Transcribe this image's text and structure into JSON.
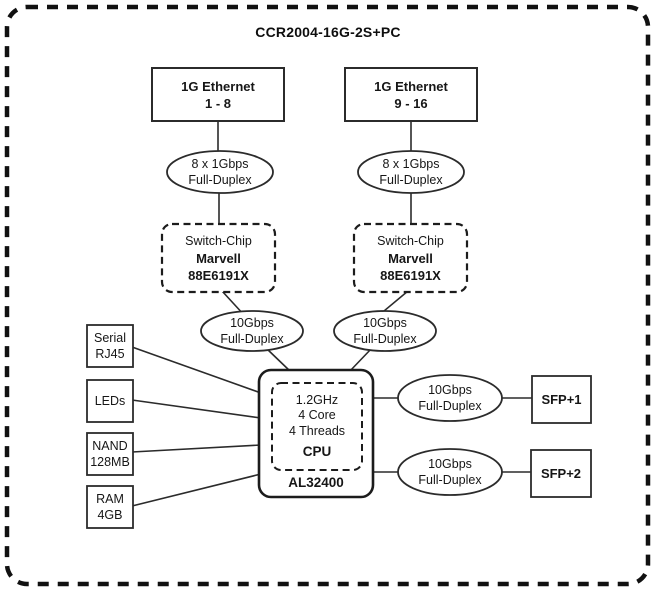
{
  "title": "CCR2004-16G-2S+PC",
  "colors": {
    "ink": "#161616",
    "stroke": "#2b2b2b",
    "outer_border": "#111111",
    "background": "#ffffff"
  },
  "nodes": {
    "eth_left": {
      "line1": "1G Ethernet",
      "line2": "1 - 8"
    },
    "eth_right": {
      "line1": "1G Ethernet",
      "line2": "9 - 16"
    },
    "phy_left": {
      "line1": "8 x 1Gbps",
      "line2": "Full-Duplex"
    },
    "phy_right": {
      "line1": "8 x 1Gbps",
      "line2": "Full-Duplex"
    },
    "switch_left": {
      "line1": "Switch-Chip",
      "line2": "Marvell",
      "line3": "88E6191X"
    },
    "switch_right": {
      "line1": "Switch-Chip",
      "line2": "Marvell",
      "line3": "88E6191X"
    },
    "uplink_left": {
      "line1": "10Gbps",
      "line2": "Full-Duplex"
    },
    "uplink_right": {
      "line1": "10Gbps",
      "line2": "Full-Duplex"
    },
    "serial": {
      "line1": "Serial",
      "line2": "RJ45"
    },
    "leds": {
      "line1": "LEDs"
    },
    "nand": {
      "line1": "NAND",
      "line2": "128MB"
    },
    "ram": {
      "line1": "RAM",
      "line2": "4GB"
    },
    "cpu": {
      "clock": "1.2GHz",
      "cores": "4 Core",
      "threads": "4 Threads",
      "label": "CPU",
      "model": "AL32400"
    },
    "sfp1_link": {
      "line1": "10Gbps",
      "line2": "Full-Duplex"
    },
    "sfp2_link": {
      "line1": "10Gbps",
      "line2": "Full-Duplex"
    },
    "sfp1": {
      "label": "SFP+1"
    },
    "sfp2": {
      "label": "SFP+2"
    }
  }
}
